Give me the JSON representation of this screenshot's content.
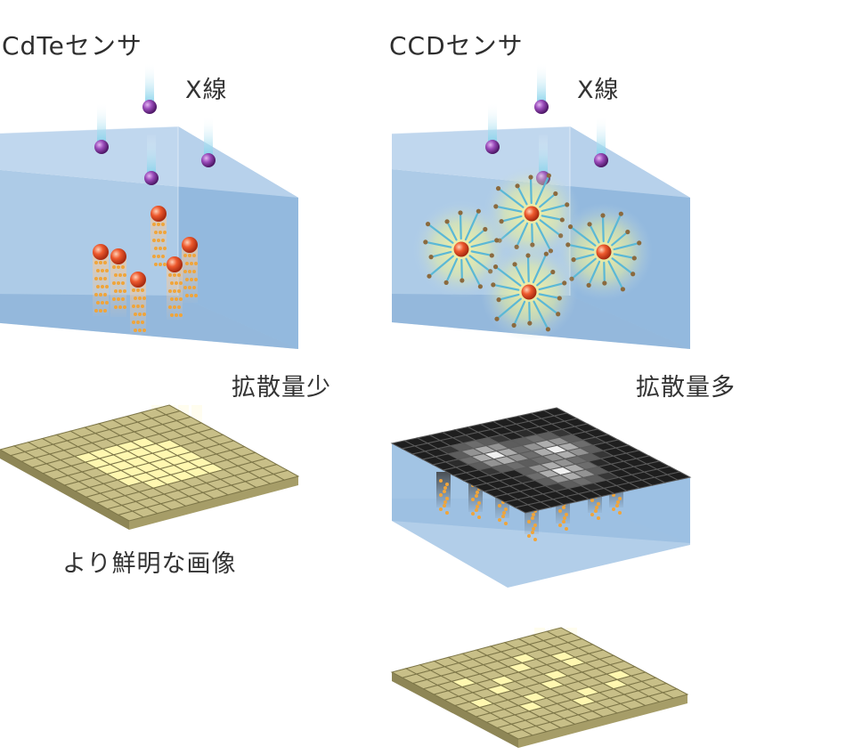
{
  "left_panel": {
    "title": "CdTeセンサ",
    "xray_label": "X線",
    "scatter_label": "拡散量少",
    "result_label": "より鮮明な画像"
  },
  "right_panel": {
    "title": "CCDセンサ",
    "xray_label": "X線",
    "scatter_label": "拡散量多"
  },
  "colors": {
    "crystal_front": "#9fc2e3",
    "crystal_top": "#b9d3ec",
    "crystal_side": "#8eb6dc",
    "xray_particle": "#8a3aa8",
    "charge_particle": "#e8552f",
    "electron_dot": "#f0a53a",
    "pixel_tile": "#c8bf88",
    "pixel_bright": "#fff7b0",
    "ccd_dark_pixel": "#1e1e1e"
  }
}
